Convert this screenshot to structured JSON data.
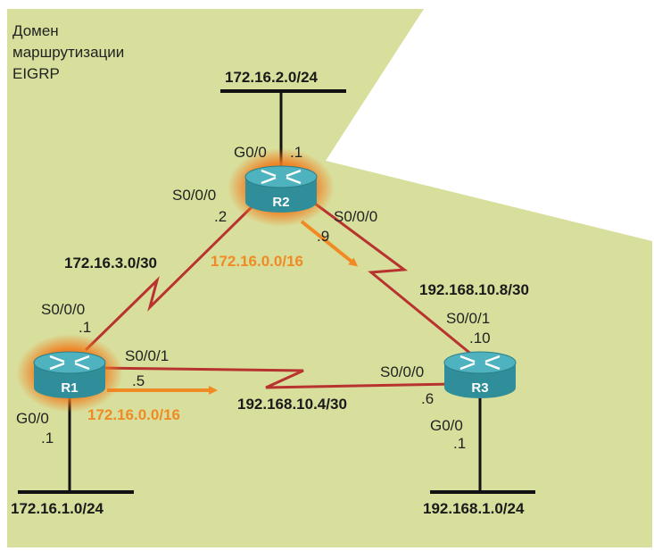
{
  "colors": {
    "domain_fill": "#d8df9c",
    "serial_link": "#b8332f",
    "ethernet_line": "#111111",
    "advert_arrow": "#f08a24",
    "router_body": "#2f8e99",
    "router_top": "#4fb3bf",
    "router_glow": "#f07a1a"
  },
  "domain_label": [
    "Домен",
    "маршрутизации",
    "EIGRP"
  ],
  "routers": {
    "r1": {
      "name": "R1"
    },
    "r2": {
      "name": "R2"
    },
    "r3": {
      "name": "R3"
    }
  },
  "networks": {
    "r2_lan": "172.16.2.0/24",
    "r1_lan": "172.16.1.0/24",
    "r3_lan": "192.168.1.0/24",
    "r1_r2": "172.16.3.0/30",
    "r2_r3": "192.168.10.8/30",
    "r1_r3": "192.168.10.4/30"
  },
  "interfaces": {
    "r2_g00": "G0/0",
    "r2_g00_ip": ".1",
    "r2_s000_left": "S0/0/0",
    "r2_s000_left_ip": ".2",
    "r2_s000_right": "S0/0/0",
    "r2_s000_right_ip": ".9",
    "r1_s000": "S0/0/0",
    "r1_s000_ip": ".1",
    "r1_s001": "S0/0/1",
    "r1_s001_ip": ".5",
    "r1_g00": "G0/0",
    "r1_g00_ip": ".1",
    "r3_s001": "S0/0/1",
    "r3_s001_ip": ".10",
    "r3_s000": "S0/0/0",
    "r3_s000_ip": ".6",
    "r3_g00": "G0/0",
    "r3_g00_ip": ".1"
  },
  "advertisements": {
    "from_r2": "172.16.0.0/16",
    "from_r1": "172.16.0.0/16"
  }
}
